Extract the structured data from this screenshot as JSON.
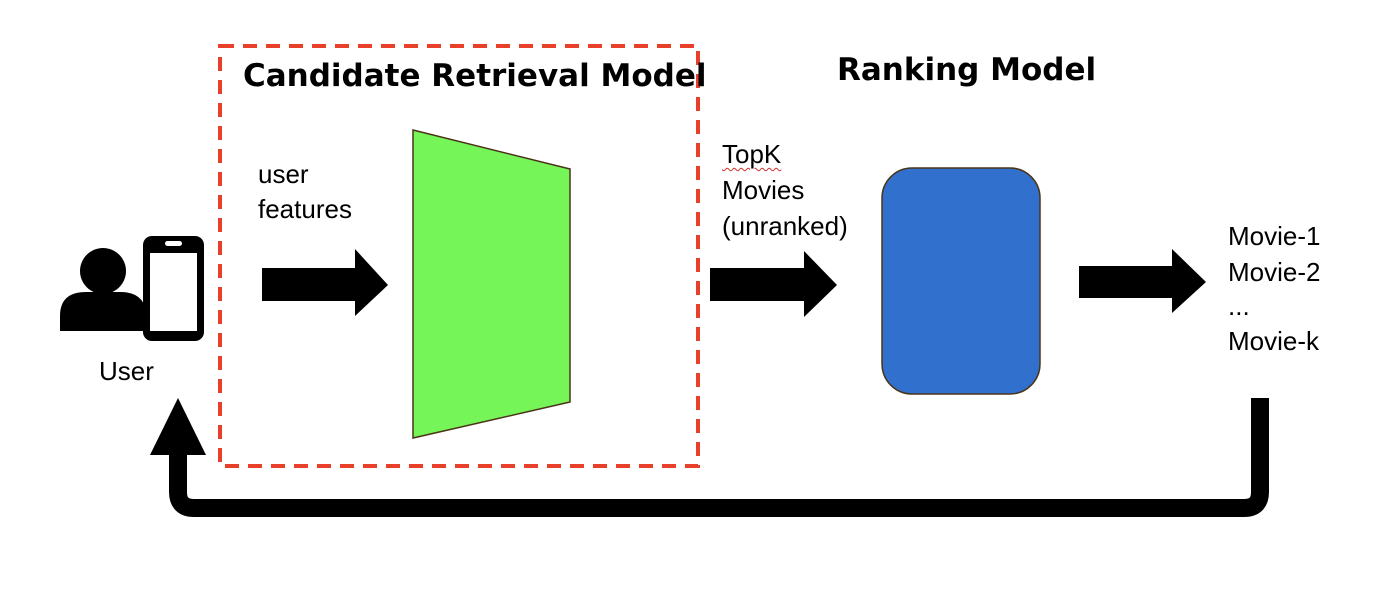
{
  "user": {
    "label": "User"
  },
  "retrieval": {
    "title": "Candidate Retrieval Model",
    "input_label_line1": "user",
    "input_label_line2": "features"
  },
  "ranking": {
    "title": "Ranking Model"
  },
  "topk": {
    "line1": "TopK",
    "line2": "Movies",
    "line3": "(unranked)"
  },
  "output": {
    "items": [
      "Movie-1",
      "Movie-2",
      "...",
      "Movie-k"
    ]
  },
  "colors": {
    "retrieval_box_border": "#e8402a",
    "retrieval_shape": "#76f558",
    "ranking_box": "#3270cd",
    "arrow": "#000000"
  }
}
